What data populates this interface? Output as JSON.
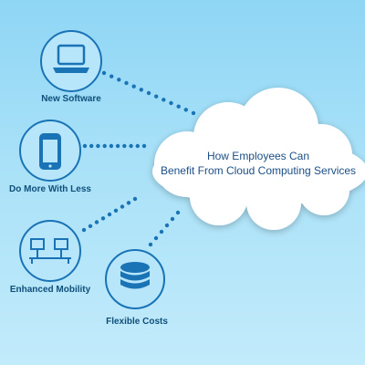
{
  "cloud": {
    "title_line1": "How Employees Can",
    "title_line2": "Benefit From Cloud Computing Services"
  },
  "nodes": [
    {
      "label": "New Software",
      "icon": "laptop-icon"
    },
    {
      "label": "Do More With Less",
      "icon": "smartphone-icon"
    },
    {
      "label": "Enhanced Mobility",
      "icon": "network-computers-icon"
    },
    {
      "label": "Flexible Costs",
      "icon": "database-icon"
    }
  ],
  "colors": {
    "circle_stroke": "#1a73b5",
    "circle_fill": "#b7e6fa",
    "dots": "#1a73b5",
    "icon": "#1a73b5",
    "label": "#0f4f7a",
    "cloud": "#ffffff",
    "title": "#1b4f86"
  }
}
